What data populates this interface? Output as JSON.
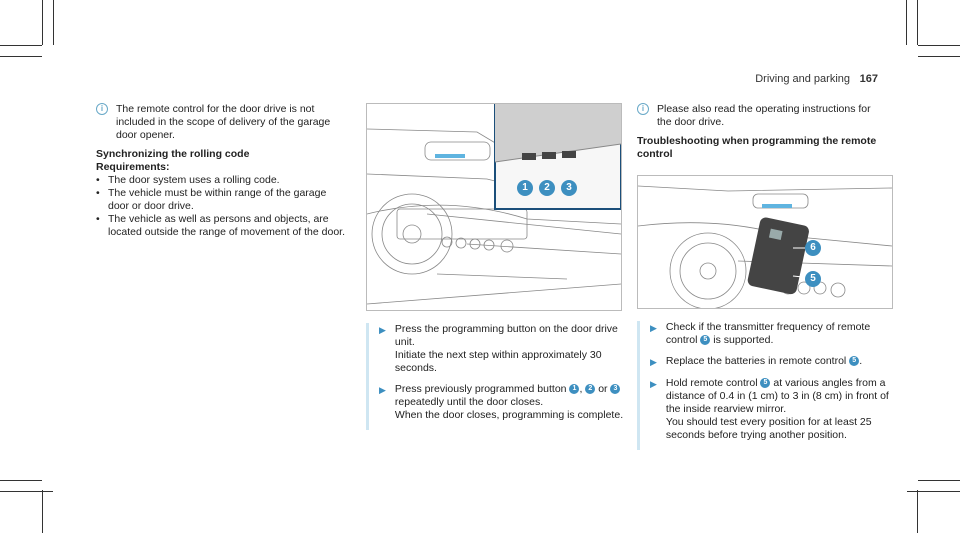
{
  "header": {
    "section": "Driving and parking",
    "page": "167"
  },
  "left": {
    "note": "The remote control for the door drive is not included in the scope of delivery of the garage door opener.",
    "heading1": "Synchronizing the rolling code",
    "heading2": "Requirements:",
    "bullets": [
      "The door system uses a rolling code.",
      "The vehicle must be within range of the garage door or door drive.",
      "The vehicle as well as persons and objects, are located outside the range of movement of the door."
    ]
  },
  "middle": {
    "figure_callouts": [
      "1",
      "2",
      "3"
    ],
    "step1_a": "Press the programming button on the door drive unit.",
    "step1_b": "Initiate the next step within approximately 30 seconds.",
    "step2_a": "Press previously programmed button",
    "step2_badge1": "1",
    "step2_comma": ",",
    "step2_badge2": "2",
    "step2_b": "or",
    "step2_badge3": "3",
    "step2_c": "repeatedly until the door closes.",
    "step2_d": "When the door closes, programming is complete."
  },
  "right": {
    "note": "Please also read the operating instructions for the door drive.",
    "heading": "Troubleshooting when programming the remote control",
    "figure_callouts": [
      "6",
      "5"
    ],
    "step1_a": "Check if the transmitter frequency of remote control",
    "step1_badge": "5",
    "step1_b": "is supported.",
    "step2_a": "Replace the batteries in remote control",
    "step2_badge": "5",
    "step2_b": ".",
    "step3_a": "Hold remote control",
    "step3_badge": "5",
    "step3_b": "at various angles from a distance of 0.4 in (1 cm) to 3 in (8 cm) in front of the inside rearview mirror.",
    "step3_c": "You should test every position for at least 25 seconds before trying another position."
  },
  "colors": {
    "accent": "#3d8fc0",
    "bar": "#cfe6f2"
  }
}
